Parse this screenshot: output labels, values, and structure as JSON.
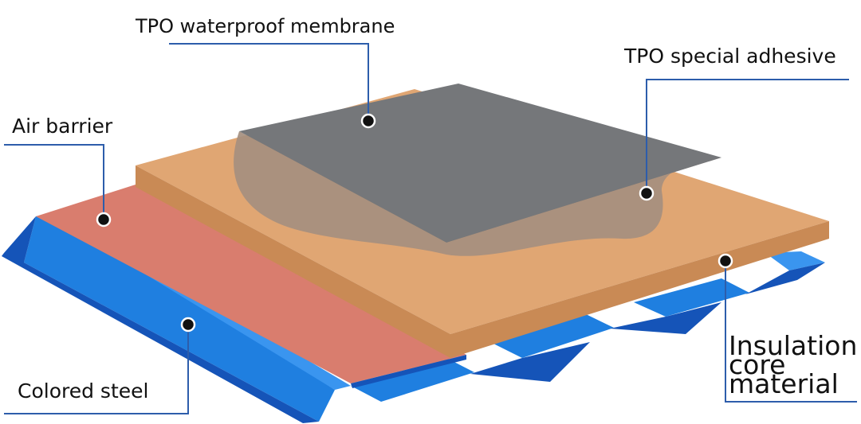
{
  "colors": {
    "steel": "#1f7fe0",
    "steel_dark": "#1554b8",
    "steel_light": "#3a95ef",
    "air_barrier": "#d97d6e",
    "insulation": "#e0a673",
    "insulation_edge": "#c98a55",
    "adhesive": "#a58f7f",
    "membrane": "#75777a",
    "leader": "#2d5dab",
    "dot": "#111111"
  },
  "labels": {
    "tpo_membrane": "TPO waterproof membrane",
    "tpo_adhesive": "TPO special adhesive",
    "air_barrier": "Air barrier",
    "insulation_line1": "Insulation",
    "insulation_line2": "core",
    "insulation_line3": "material",
    "colored_steel": "Colored steel"
  }
}
